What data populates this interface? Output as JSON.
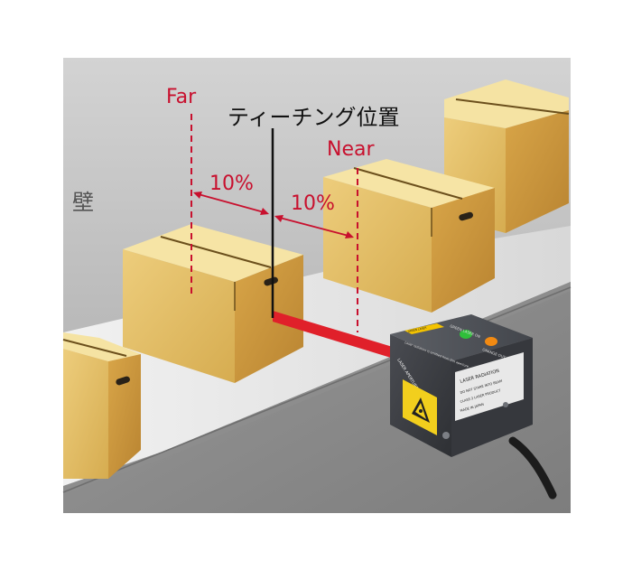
{
  "labels": {
    "far": "Far",
    "near": "Near",
    "teaching_position": "ティーチング位置",
    "wall": "壁",
    "far_percent": "10%",
    "near_percent": "10%"
  },
  "sensor": {
    "badge": "GREEN LASER",
    "indicator_green": "GREEN LASER ON",
    "indicator_orange": "ORANGE OUT",
    "aperture_label": "LASER APERTURE",
    "warning_title": "LASER RADIATION",
    "warning_line1": "DO NOT STARE INTO BEAM",
    "warning_line2": "CLASS 2 LASER PRODUCT",
    "made_in": "MADE IN JAPAN",
    "top_text": "Laser radiation is emitted from this aperture"
  },
  "colors": {
    "accent_red": "#c8102e",
    "box_top": "#f6e4a4",
    "box_front": "#e2bd63",
    "box_side": "#c9963d",
    "sensor_body": "#3b3d42",
    "belt": "#e7e7e7",
    "background_wall": "#bdbdbd"
  }
}
